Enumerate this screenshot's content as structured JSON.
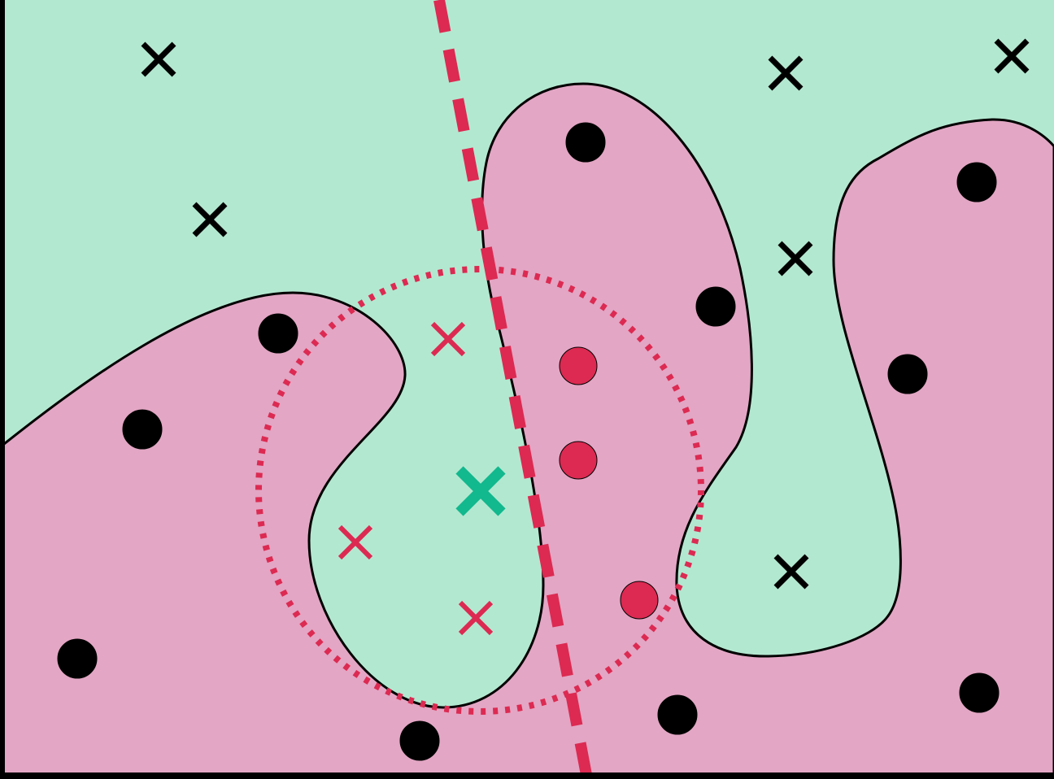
{
  "diagram": {
    "colors": {
      "frame": "#000000",
      "background_region": "#b3e8d0",
      "class_region": "#e3a6c4",
      "boundary": "#000000",
      "local_highlight": "#dc2a52",
      "query": "#12b88e",
      "point": "#000000"
    },
    "marker_types": {
      "circle": "filled-circle",
      "cross": "x-mark",
      "query": "large-x-mark"
    },
    "elements": {
      "decision_boundary": "curved-boundary",
      "local_linear_boundary": "dashed-line",
      "neighborhood": "dotted-circle"
    }
  }
}
